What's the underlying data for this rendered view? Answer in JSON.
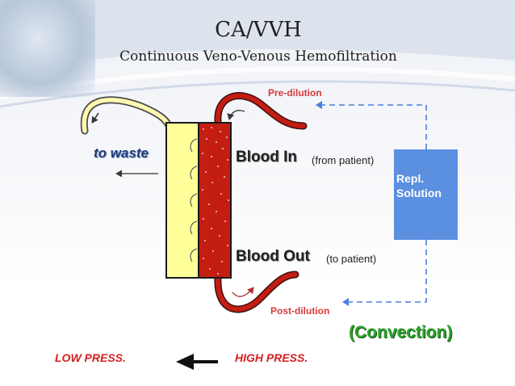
{
  "title": "CA/VVH",
  "subtitle": "Continuous Veno-Venous Hemofiltration",
  "pre_dilution": "Pre-dilution",
  "post_dilution": "Post-dilution",
  "to_waste": "to waste",
  "blood_in": {
    "label": "Blood In",
    "note": "(from patient)"
  },
  "blood_out": {
    "label": "Blood Out",
    "note": "(to patient)"
  },
  "replacement": {
    "line1": "Repl.",
    "line2": "Solution"
  },
  "convection": "(Convection)",
  "low_press": "LOW  PRESS.",
  "high_press": "HIGH PRESS.",
  "colors": {
    "blood": "#c41d12",
    "filtrate": "#ffff99",
    "replacement_box": "#5b8fe0",
    "dashed_line": "#4a7fe0",
    "label_red": "#d63a3a",
    "convection_green": "#2fa12f",
    "pressure_red": "#d62020",
    "waste_text": "#1f3b7a"
  },
  "icons": [
    "arrow-left-icon",
    "curved-arrow-icon",
    "dashed-arrowhead-icon"
  ]
}
